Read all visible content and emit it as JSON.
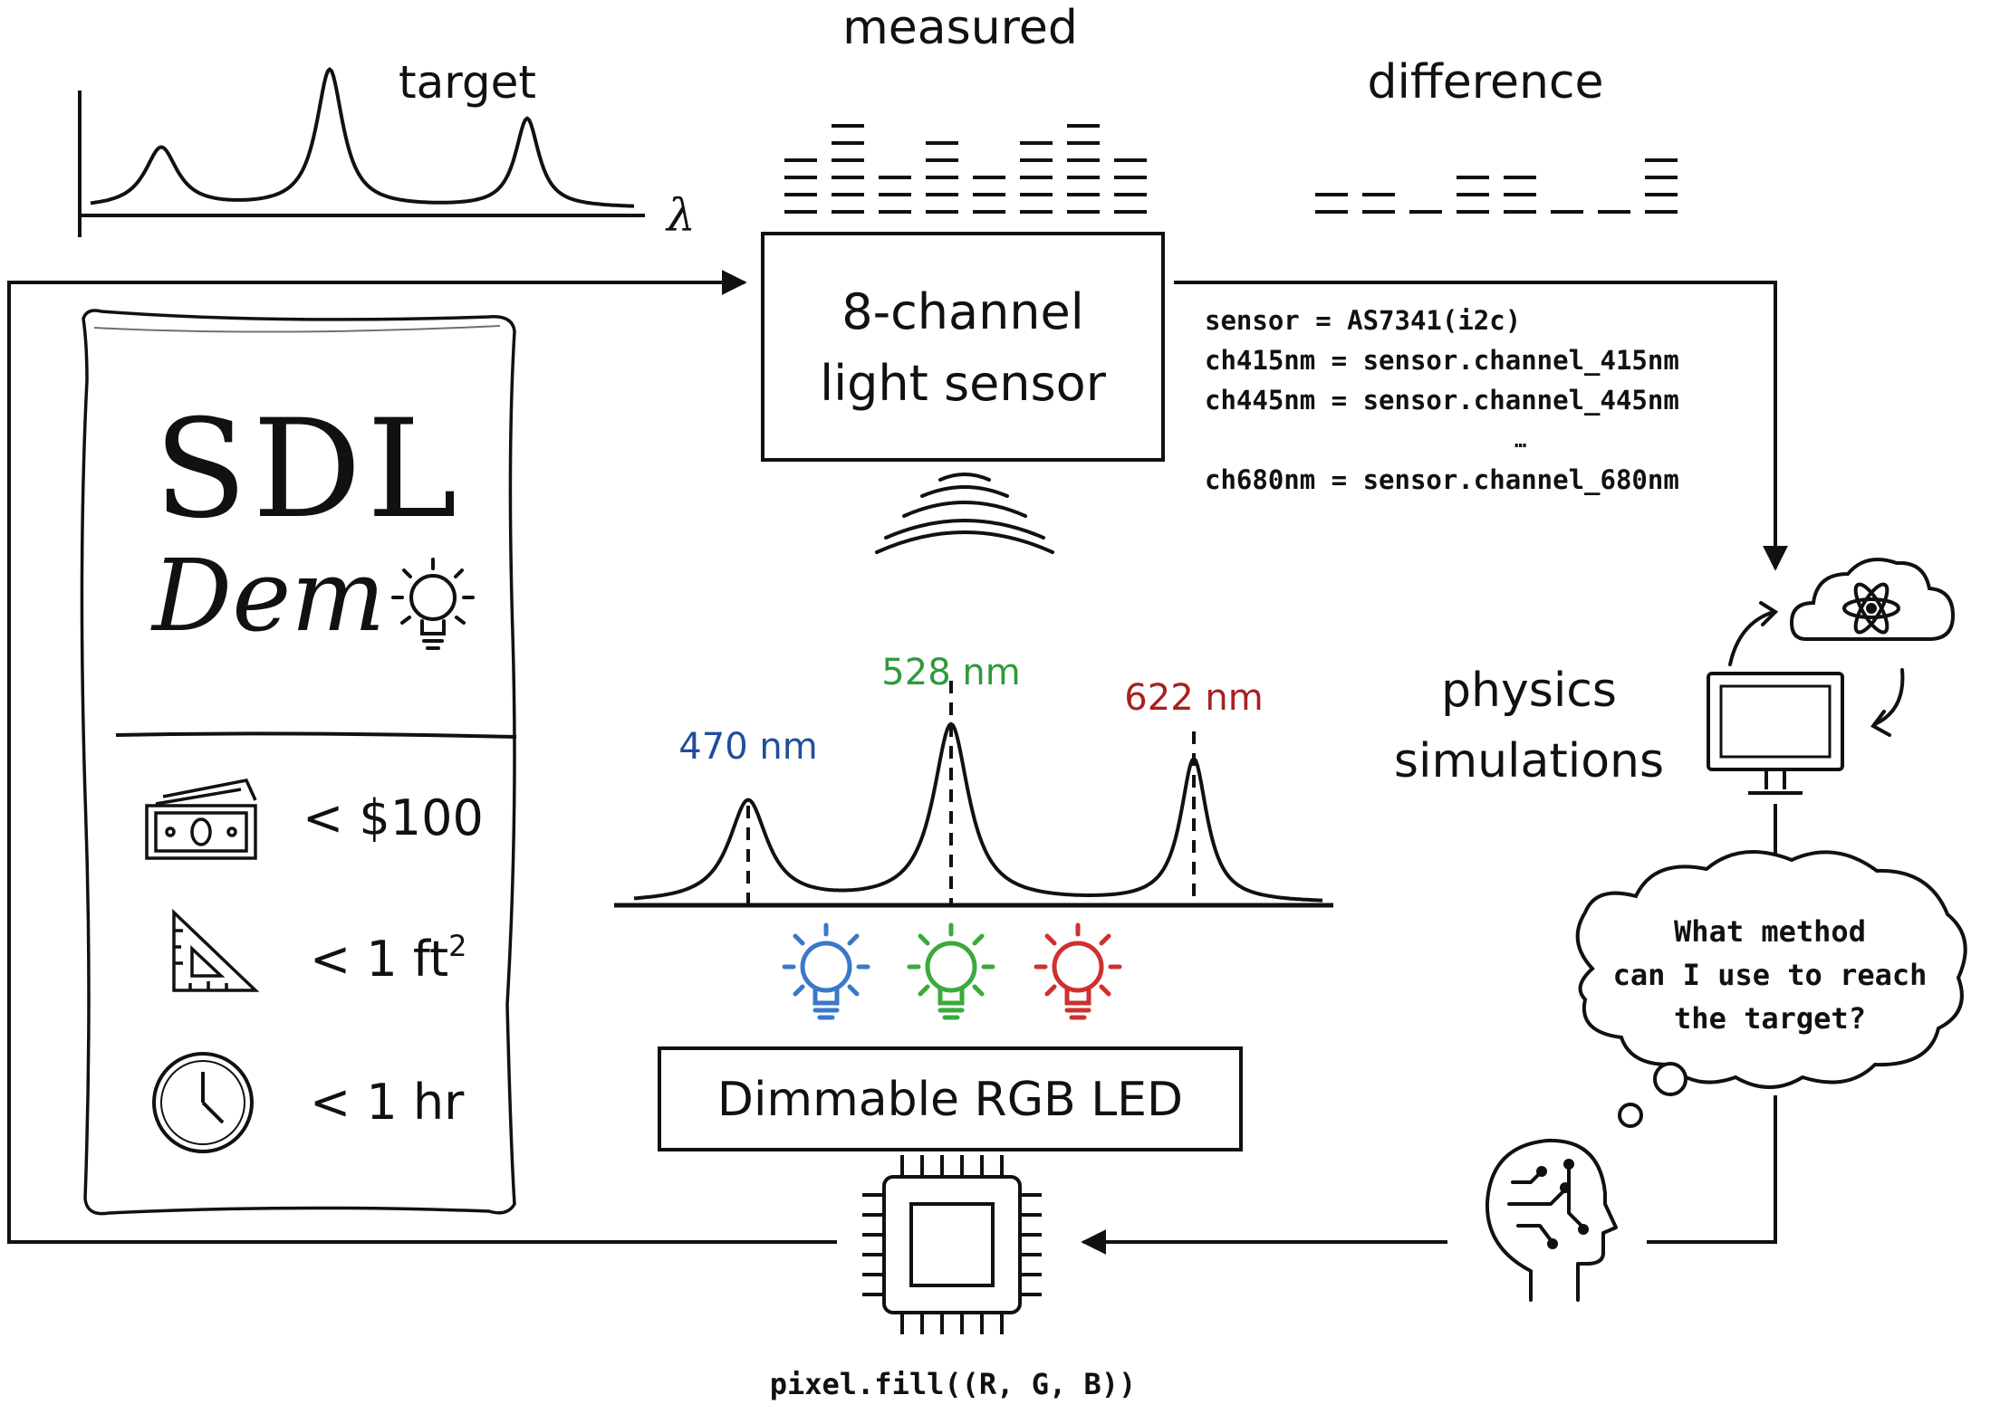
{
  "plots": {
    "target_label": "target",
    "measured_label": "measured",
    "difference_label": "difference",
    "x_axis_symbol": "λ",
    "measured_levels": [
      4,
      6,
      3,
      5,
      3,
      5,
      6,
      4
    ],
    "difference_levels": [
      2,
      2,
      1,
      3,
      3,
      1,
      1,
      4
    ]
  },
  "sensor": {
    "line1": "8-channel",
    "line2": "light sensor"
  },
  "code": {
    "lines": [
      "sensor = AS7341(i2c)",
      "ch415nm = sensor.channel_415nm",
      "ch445nm = sensor.channel_445nm",
      "…",
      "ch680nm = sensor.channel_680nm"
    ]
  },
  "sim": {
    "line1": "physics",
    "line2": "simulations"
  },
  "thought": {
    "line1": "What method",
    "line2": "can I use to reach",
    "line3": "the target?"
  },
  "poster": {
    "title1": "SDL",
    "title2": "Dem",
    "cost": "< $100",
    "area": "< 1 ft",
    "area_sup": "2",
    "time": "< 1 hr"
  },
  "peaks": {
    "blue_label": "470 nm",
    "green_label": "528 nm",
    "red_label": "622 nm",
    "blue_color": "#1f4e9a",
    "green_color": "#2e9a3a",
    "red_color": "#a82020"
  },
  "led": {
    "label": "Dimmable RGB LED",
    "bulb_colors": [
      "#3a78c8",
      "#3aaa3a",
      "#d03030"
    ]
  },
  "chip": {
    "code": "pixel.fill((R, G, B))"
  },
  "icons": [
    "cash-icon",
    "triangle-ruler-icon",
    "clock-icon",
    "lightbulb-icon",
    "cloud-atom-icon",
    "monitor-icon",
    "ai-head-icon",
    "chip-icon",
    "signal-waves-icon"
  ]
}
